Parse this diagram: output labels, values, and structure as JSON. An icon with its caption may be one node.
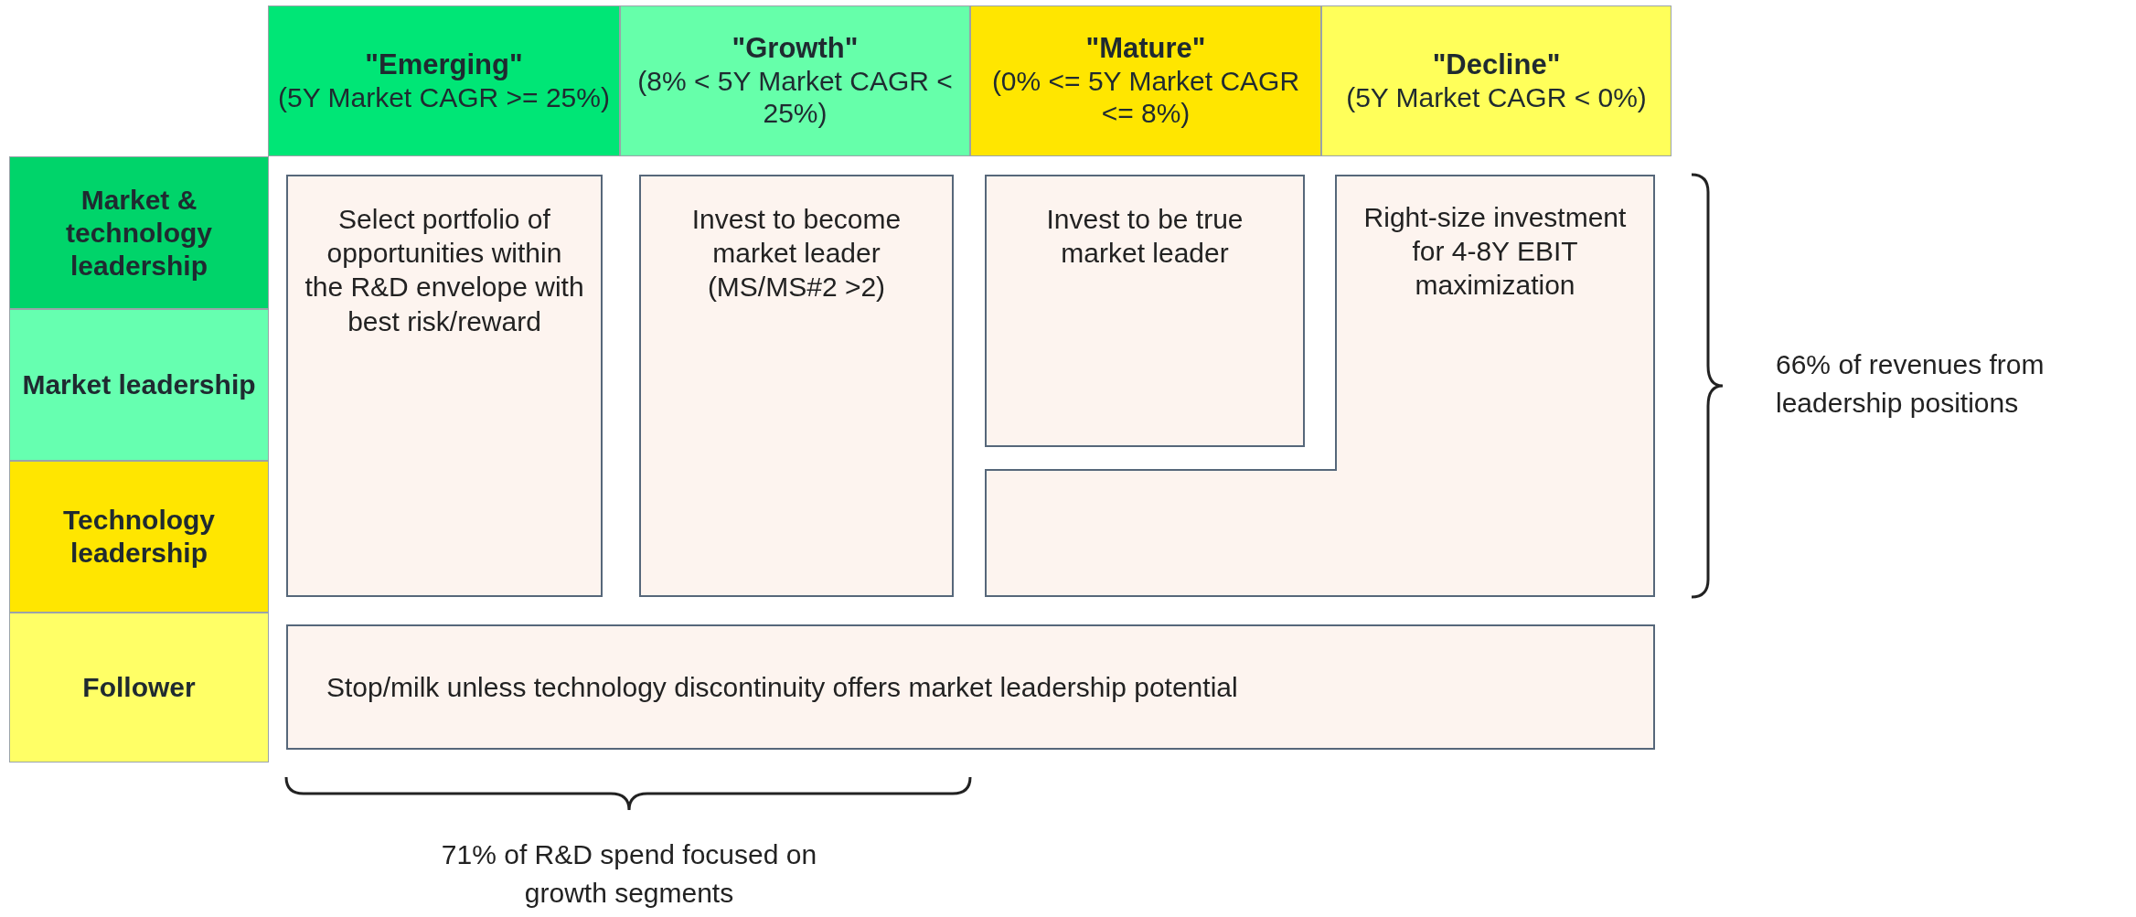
{
  "diagram": {
    "nodes": [
      {
        "text": [
          "\"Emerging\"",
          "(5Y Market CAGR >= 25%)"
        ]
      },
      {
        "text": [
          "\"Growth\"",
          "(8% < 5Y Market CAGR < 25%)"
        ]
      },
      {
        "text": [
          "\"Mature\"",
          "(0% <= 5Y Market CAGR <= 8%)"
        ]
      },
      {
        "text": [
          "\"Decline\"",
          "(5Y Market CAGR < 0%)"
        ]
      },
      {
        "text": [
          "Market & technology leadership"
        ]
      },
      {
        "text": [
          "Market leadership"
        ]
      },
      {
        "text": [
          "Technology leadership"
        ]
      },
      {
        "text": [
          "Follower"
        ]
      },
      {
        "text": [
          "Select portfolio of opportunities within the R&D envelope with best risk/reward"
        ]
      },
      {
        "text": [
          "Invest to become market leader (MS/MS#2 >2)"
        ]
      },
      {
        "text": [
          "Invest to be true market leader"
        ]
      },
      {
        "text": [
          "Right-size investment for 4-8Y EBIT maximization"
        ]
      },
      {
        "text": [
          "Stop/milk unless technology discontinuity offers market leadership potential"
        ]
      }
    ],
    "edges": [],
    "labels": [
      "66% of revenues from leadership positions",
      "71% of R&D spend focused on growth segments"
    ]
  }
}
